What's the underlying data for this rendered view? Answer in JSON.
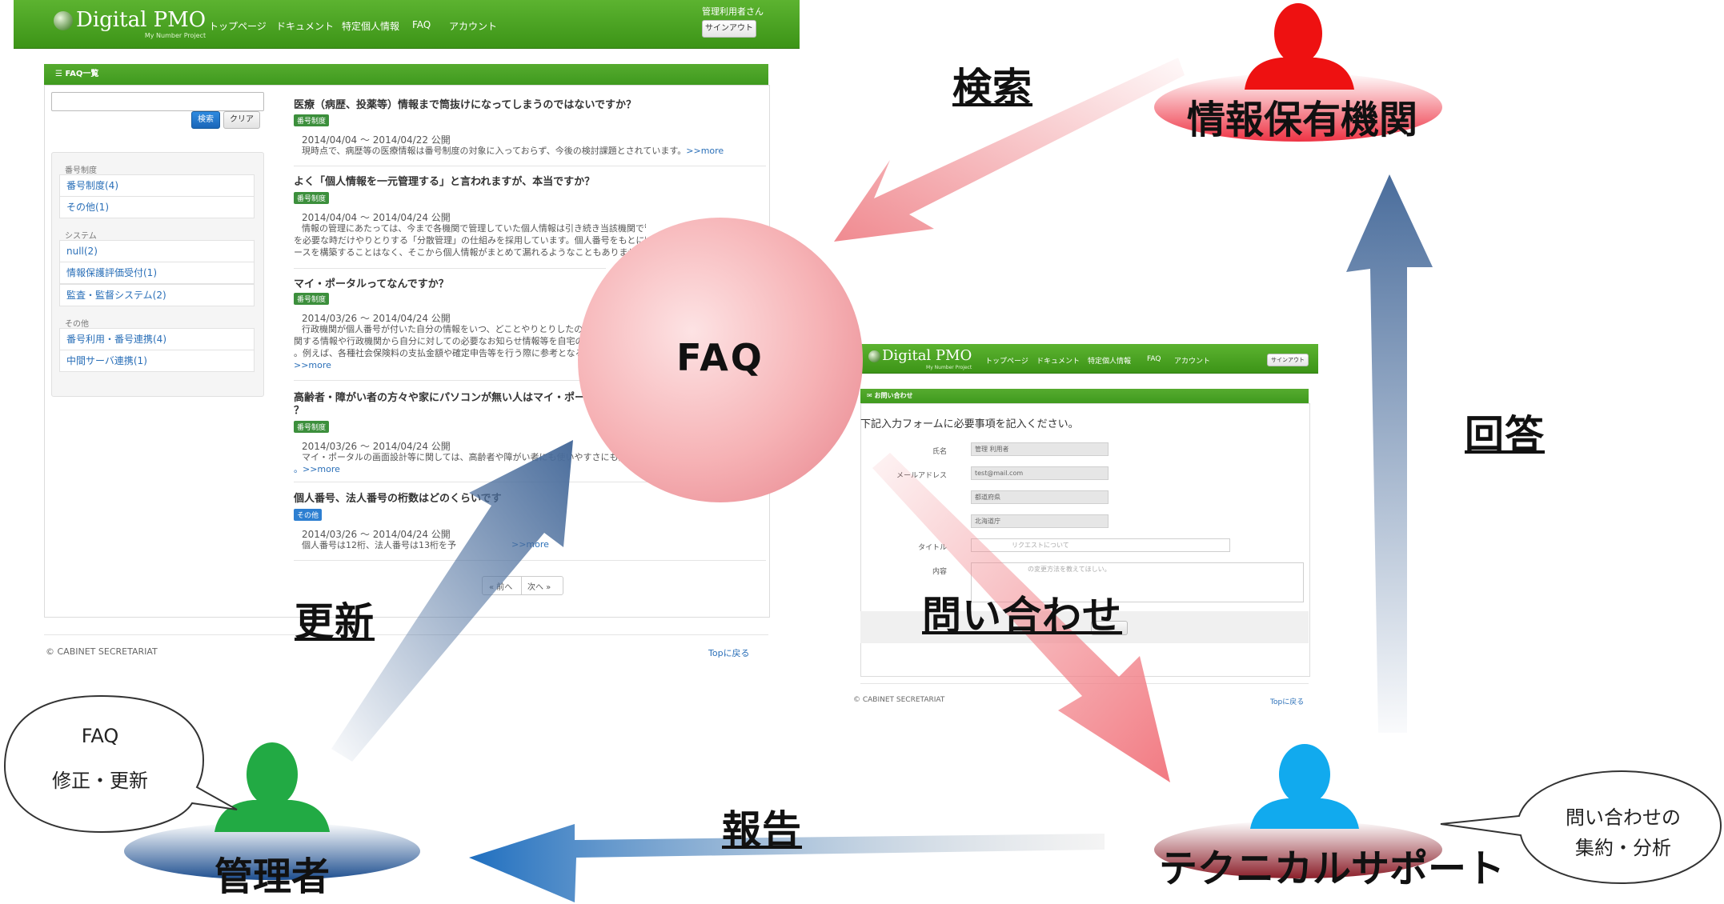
{
  "faq_list_screen": {
    "logo": {
      "name": "Digital PMO",
      "sub": "My Number Project"
    },
    "nav": [
      "トップページ",
      "ドキュメント",
      "特定個人情報",
      "FAQ",
      "アカウント"
    ],
    "user": "管理利用者さん",
    "signout": "サインアウト",
    "panel_title": "FAQ一覧",
    "search_button": "検索",
    "clear_button": "クリア",
    "categories": [
      {
        "head": "番号制度",
        "items": [
          "番号制度(4)",
          "その他(1)"
        ]
      },
      {
        "head": "システム",
        "items": [
          "null(2)",
          "情報保護評価受付(1)",
          "監査・監督システム(2)"
        ]
      },
      {
        "head": "その他",
        "items": [
          "番号利用・番号連携(4)",
          "中間サーバ連携(1)"
        ]
      }
    ],
    "faqs": [
      {
        "title": "医療（病歴、投薬等）情報まで筒抜けになってしまうのではないですか？",
        "tag": "番号制度",
        "date": "2014/04/04 ～ 2014/04/22 公開",
        "body": [
          "現時点で、病歴等の医療情報は番号制度の対象に入っておらず、今後の検討課題とされています。"
        ],
        "more": ">>more"
      },
      {
        "title": "よく「個人情報を一元管理する」と言われますが、本当ですか？",
        "tag": "番号制度",
        "date": "2014/04/04 ～ 2014/04/24 公開",
        "body": [
          "情報の管理にあたっては、今まで各機関で管理していた個人情報は引き続き当該機関で管理してお",
          "を必要な時だけやりとりする「分散管理」の仕組みを採用しています。個人番号をもとに特定",
          "ースを構築することはなく、そこから個人情報がまとめて漏れるようなこともありません"
        ],
        "more": ""
      },
      {
        "title": "マイ・ポータルってなんですか？",
        "tag": "番号制度",
        "date": "2014/03/26 ～ 2014/04/24 公開",
        "body": [
          "行政機関が個人番号が付いた自分の情報をいつ、どことやりとりしたのか",
          "関する情報や行政機関から自分に対しての必要なお知らせ情報等を自宅の",
          "。例えば、各種社会保険料の支払金額や確定申告等を行う際に参考となる"
        ],
        "more": ">>more"
      },
      {
        "title": "高齢者・障がい者の方々や家にパソコンが無い人はマイ・ポータル",
        "title2": "？",
        "tag": "番号制度",
        "date": "2014/03/26 ～ 2014/04/24 公開",
        "body": [
          "マイ・ポータルの画面設計等に関しては、高齢者や障がい者にも使いやすさにも配"
        ],
        "more": "。>>more"
      },
      {
        "title": "個人番号、法人番号の桁数はどのくらいです",
        "tag": "その他",
        "date": "2014/03/26 ～ 2014/04/24 公開",
        "body": [
          "個人番号は12桁、法人番号は13桁を予"
        ],
        "more": ">>more"
      }
    ],
    "pager": {
      "prev": "« 前へ",
      "next": "次へ »"
    },
    "footer_left": "© CABINET SECRETARIAT",
    "footer_right": "Topに戻る"
  },
  "contact_screen": {
    "logo": {
      "name": "Digital PMO",
      "sub": "My Number Project"
    },
    "nav": [
      "トップページ",
      "ドキュメント",
      "特定個人情報",
      "FAQ",
      "アカウント"
    ],
    "signout": "サインアウト",
    "panel_title": "お問い合わせ",
    "intro": "下記入力フォームに必要事項を記入ください。",
    "fields": [
      {
        "label": "氏名",
        "value": "管理 利用者"
      },
      {
        "label": "メールアドレス",
        "value": "test@mail.com"
      },
      {
        "label": "",
        "value": "都道府県"
      },
      {
        "label": "",
        "value": "北海道庁"
      },
      {
        "label": "タイトル",
        "value": "リクエストについて"
      },
      {
        "label": "内容",
        "value": "の変更方法を教えてほしい。"
      }
    ],
    "footer_left": "© CABINET SECRETARIAT",
    "footer_right": "Topに戻る"
  },
  "diagram": {
    "center": "FAQ",
    "actors": {
      "info_holder": "情報保有機関",
      "admin": "管理者",
      "tech_support": "テクニカルサポート"
    },
    "flows": {
      "search": "検索",
      "update": "更新",
      "inquiry": "問い合わせ",
      "answer": "回答",
      "report": "報告"
    },
    "bubbles": {
      "admin": [
        "FAQ",
        "修正・更新"
      ],
      "tech_support": [
        "問い合わせの",
        "集約・分析"
      ]
    },
    "colors": {
      "info_holder": "#ee1111",
      "admin": "#22aa44",
      "tech_support": "#11aaee",
      "faq_circle": "#f4a9ad",
      "pink_arrow": "#f08a90",
      "blue_arrow": "#4a6d9c"
    }
  }
}
